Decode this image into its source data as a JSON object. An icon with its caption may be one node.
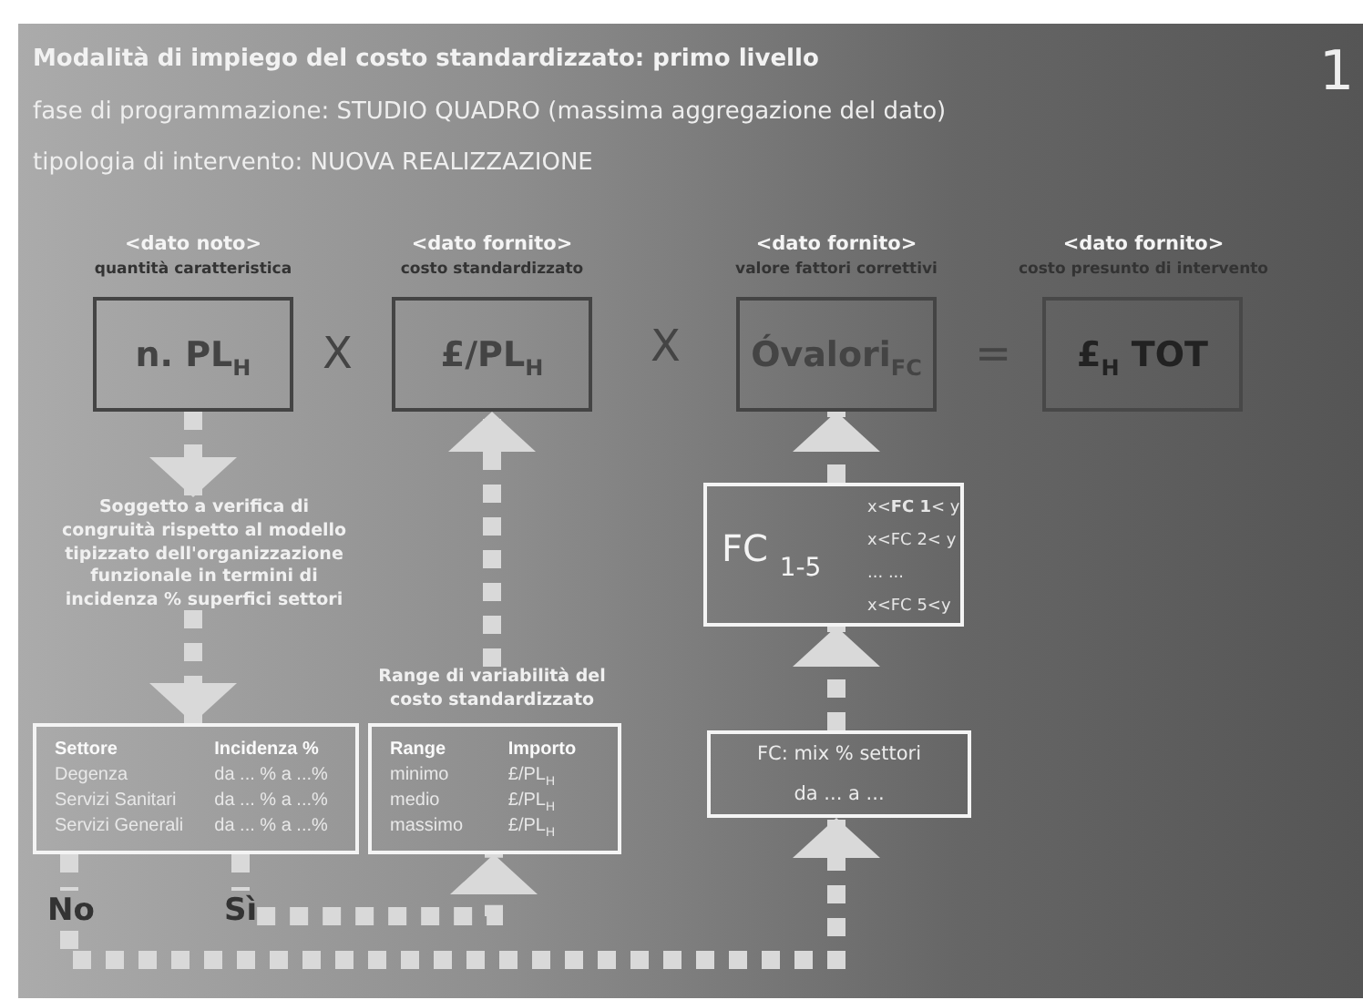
{
  "diagram": {
    "title": "Modalità di impiego del costo standardizzato: primo livello",
    "nodes": [
      {
        "text": [
          "<dato noto>",
          "quantità caratteristica",
          "n. PL$_{H}$"
        ]
      },
      {
        "text": [
          "<dato fornito>",
          "costo standardizzato",
          "£/PL$_{H}$"
        ]
      },
      {
        "text": [
          "<dato fornito>",
          "valore fattori correttivi",
          "Óvalori$_{FC}$"
        ]
      },
      {
        "text": [
          "<dato fornito>",
          "costo presunto di intervento",
          "£$_{H}$ TOT"
        ]
      },
      {
        "text": [
          "Soggetto a verifica di congruità rispetto al modello tipizzato dell'organizzazione funzionale in termini di incidenza % superfici settori"
        ]
      },
      {
        "text": [
          "Settore",
          "Incidenza %",
          "Degenza",
          "da ... % a ...%",
          "Servizi Sanitari",
          "da ... % a ...%",
          "Servizi Generali",
          "da ... % a ...%"
        ]
      },
      {
        "text": [
          "Range di variabilità del costo standardizzato"
        ]
      },
      {
        "text": [
          "Range",
          "Importo",
          "minimo",
          "£/PL$_{H}$",
          "medio",
          "£/PL$_{H}$",
          "massimo",
          "£/PL$_{H}$"
        ]
      },
      {
        "text": [
          "FC $_{1-5}$",
          "x<**FC 1**< y",
          "x<FC 2< y",
          "... ...",
          "x<FC 5<y"
        ]
      },
      {
        "text": [
          "FC: mix % settori",
          "da ... a ..."
        ]
      },
      {
        "text": [
          "No"
        ]
      },
      {
        "text": [
          "Sì"
        ]
      }
    ],
    "edges": [
      {
        "from": 0,
        "to": 4,
        "arrow": "to",
        "style": "dashed"
      },
      {
        "from": 4,
        "to": 5,
        "arrow": "to",
        "style": "dashed"
      },
      {
        "from": 6,
        "to": 1,
        "arrow": "to",
        "style": "dashed"
      },
      {
        "from": 8,
        "to": 2,
        "arrow": "to",
        "style": "dashed"
      },
      {
        "from": 9,
        "to": 8,
        "arrow": "to",
        "style": "dashed"
      },
      {
        "from": 5,
        "to": 10,
        "arrow": "none",
        "style": "dashed"
      },
      {
        "from": 5,
        "to": 11,
        "arrow": "none",
        "style": "dashed"
      },
      {
        "from": 11,
        "to": 7,
        "arrow": "to",
        "style": "dashed"
      },
      {
        "from": 10,
        "to": 9,
        "arrow": "to",
        "style": "dashed"
      }
    ],
    "labels": [
      "fase di programmazione: STUDIO QUADRO (massima aggregazione del dato)",
      "tipologia di intervento: NUOVA REALIZZAZIONE",
      "1",
      "X",
      "X",
      "="
    ]
  }
}
